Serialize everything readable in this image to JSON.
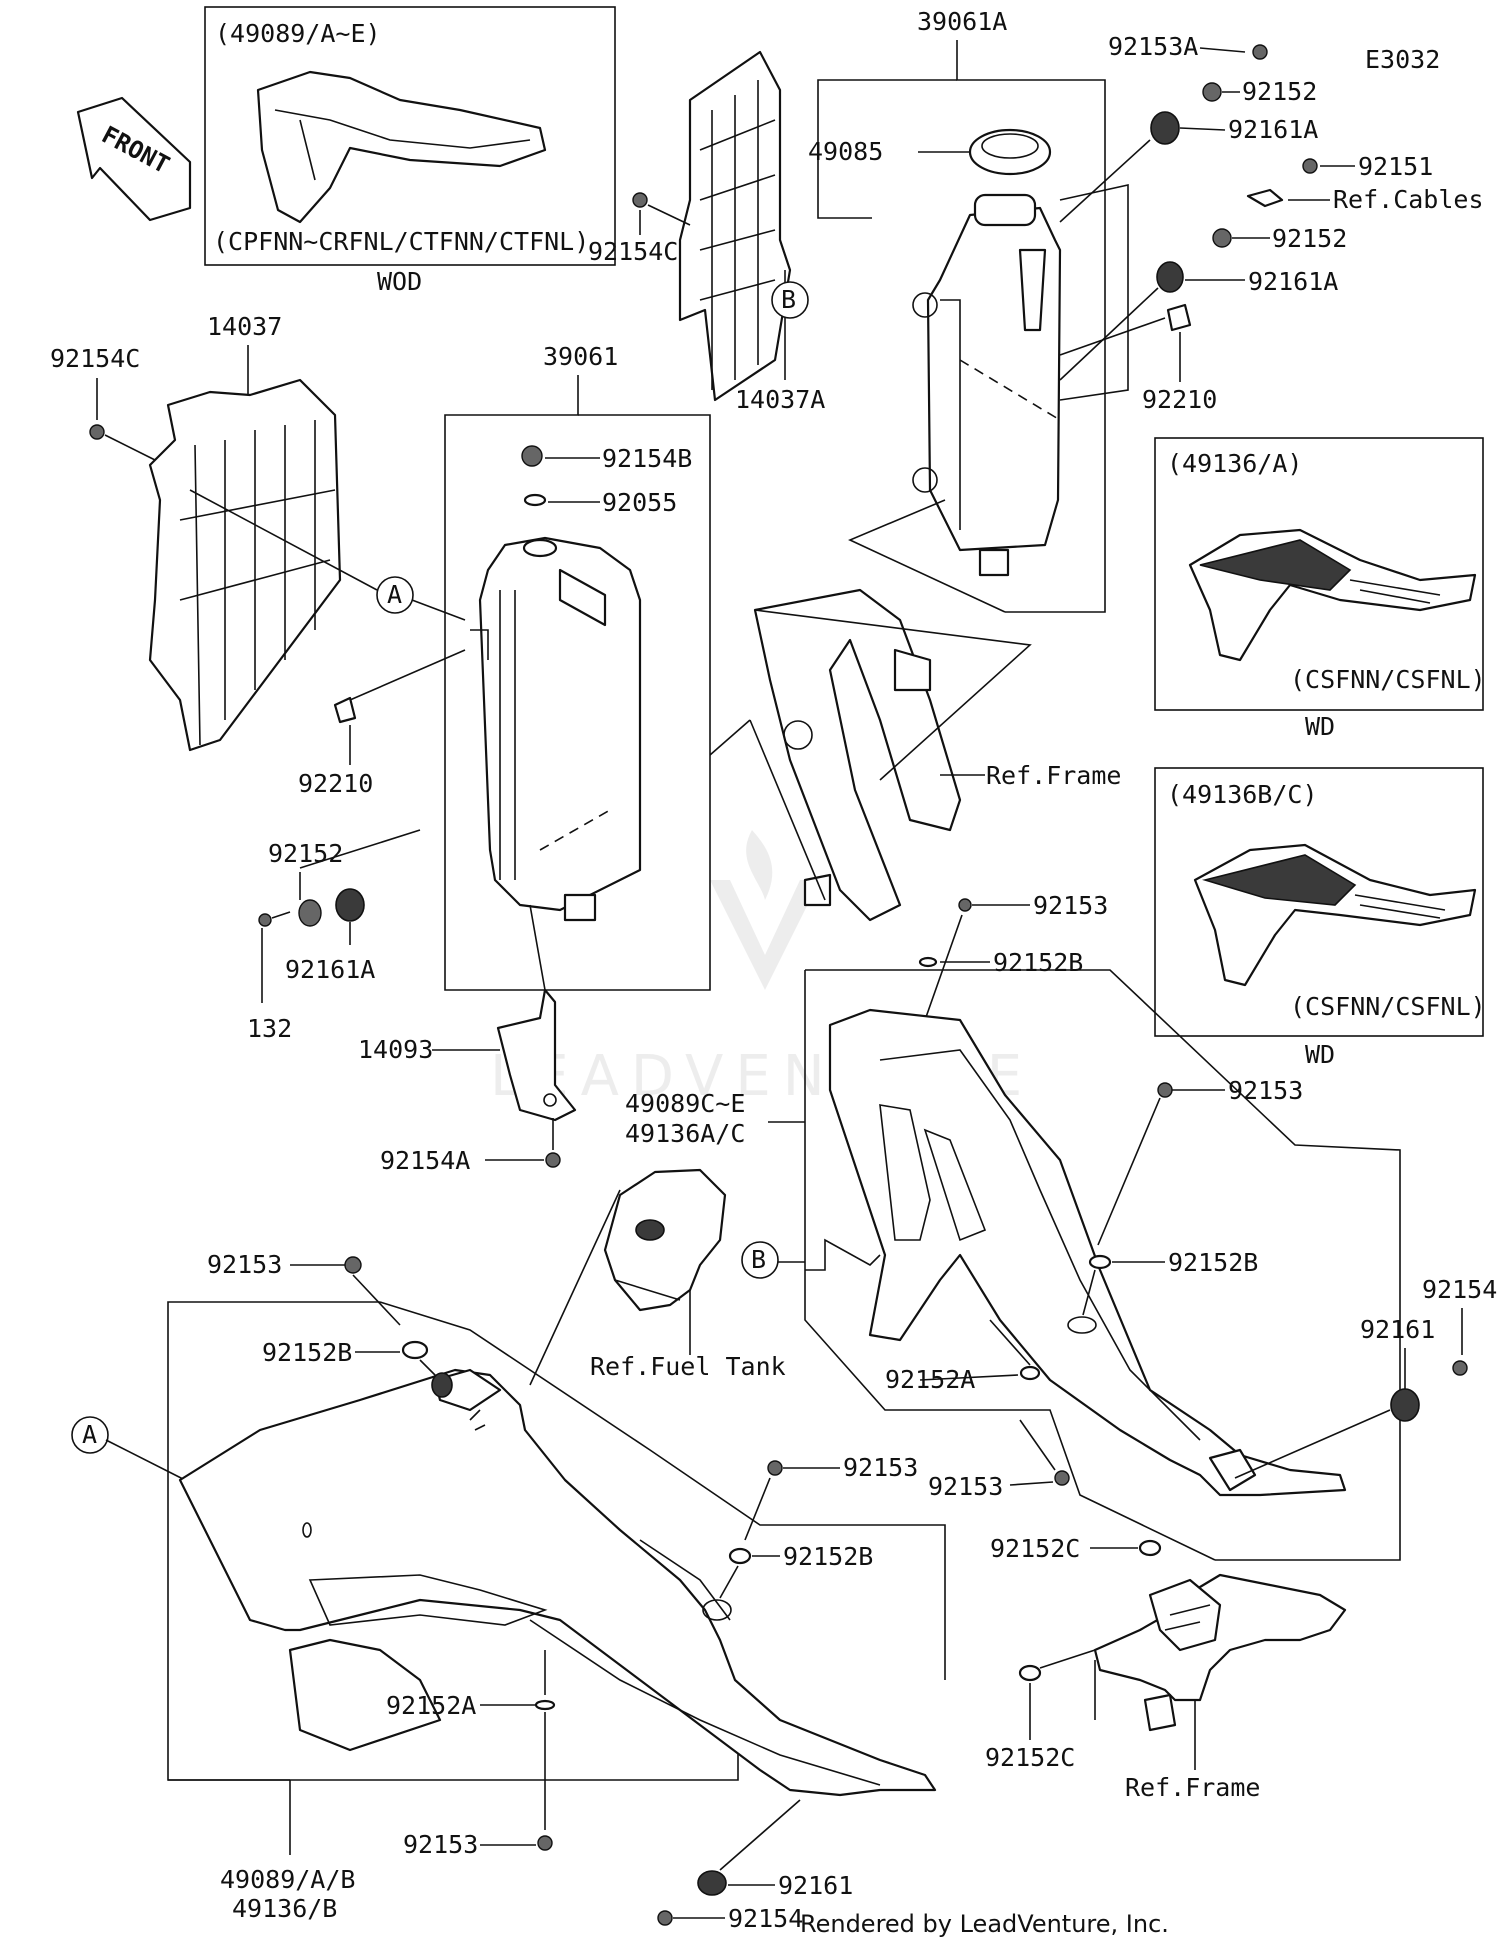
{
  "diagram": {
    "code": "E3032",
    "front_label": "FRONT",
    "credit": "Rendered by LeadVenture, Inc.",
    "watermark": "LEADVENTURE",
    "option_boxes": [
      {
        "part": "(49089/A~E)",
        "variants": "(CPFNN~CRFNL/CTFNN/CTFNL)",
        "caption": "WOD"
      },
      {
        "part": "(49136/A)",
        "variants": "(CSFNN/CSFNL)",
        "caption": "WD"
      },
      {
        "part": "(49136B/C)",
        "variants": "(CSFNN/CSFNL)",
        "caption": "WD"
      }
    ],
    "callouts": {
      "a1": "A",
      "a2": "A",
      "b1": "B",
      "b2": "B"
    },
    "labels": {
      "p39061A": "39061A",
      "p92153A": "92153A",
      "p92152_top": "92152",
      "p92161A_top": "92161A",
      "p49085": "49085",
      "p92151": "92151",
      "ref_cables": "Ref.Cables",
      "p92152_mid": "92152",
      "p92161A_mid": "92161A",
      "p92154C_top": "92154C",
      "p14037A": "14037A",
      "p92210_right": "92210",
      "p14037": "14037",
      "p92154C_left": "92154C",
      "p39061": "39061",
      "p92154B": "92154B",
      "p92055": "92055",
      "p92210_left": "92210",
      "p92152_left": "92152",
      "p132": "132",
      "p92161A_left": "92161A",
      "p14093": "14093",
      "p92154A": "92154A",
      "ref_frame_top": "Ref.Frame",
      "p92153_center": "92153",
      "p92152B_center": "92152B",
      "p49089CE": "49089C~E",
      "p49136AC": "49136A/C",
      "p92153_right": "92153",
      "p92152B_right": "92152B",
      "p92154_right": "92154",
      "p92161_right": "92161",
      "p92152A_center": "92152A",
      "p92153_lowcenter": "92153",
      "p92152C_right": "92152C",
      "p92153_left": "92153",
      "p92152B_left": "92152B",
      "ref_fuel_tank": "Ref.Fuel Tank",
      "p92153_shroud": "92153",
      "p92152B_shroud": "92152B",
      "p92152A_bottom": "92152A",
      "p92153_bottom": "92153",
      "p92152C_bottom": "92152C",
      "ref_frame_bottom": "Ref.Frame",
      "p49089AB": "49089/A/B",
      "p49136B": "49136/B",
      "p92161_bottom": "92161",
      "p92154_bottom": "92154"
    }
  }
}
